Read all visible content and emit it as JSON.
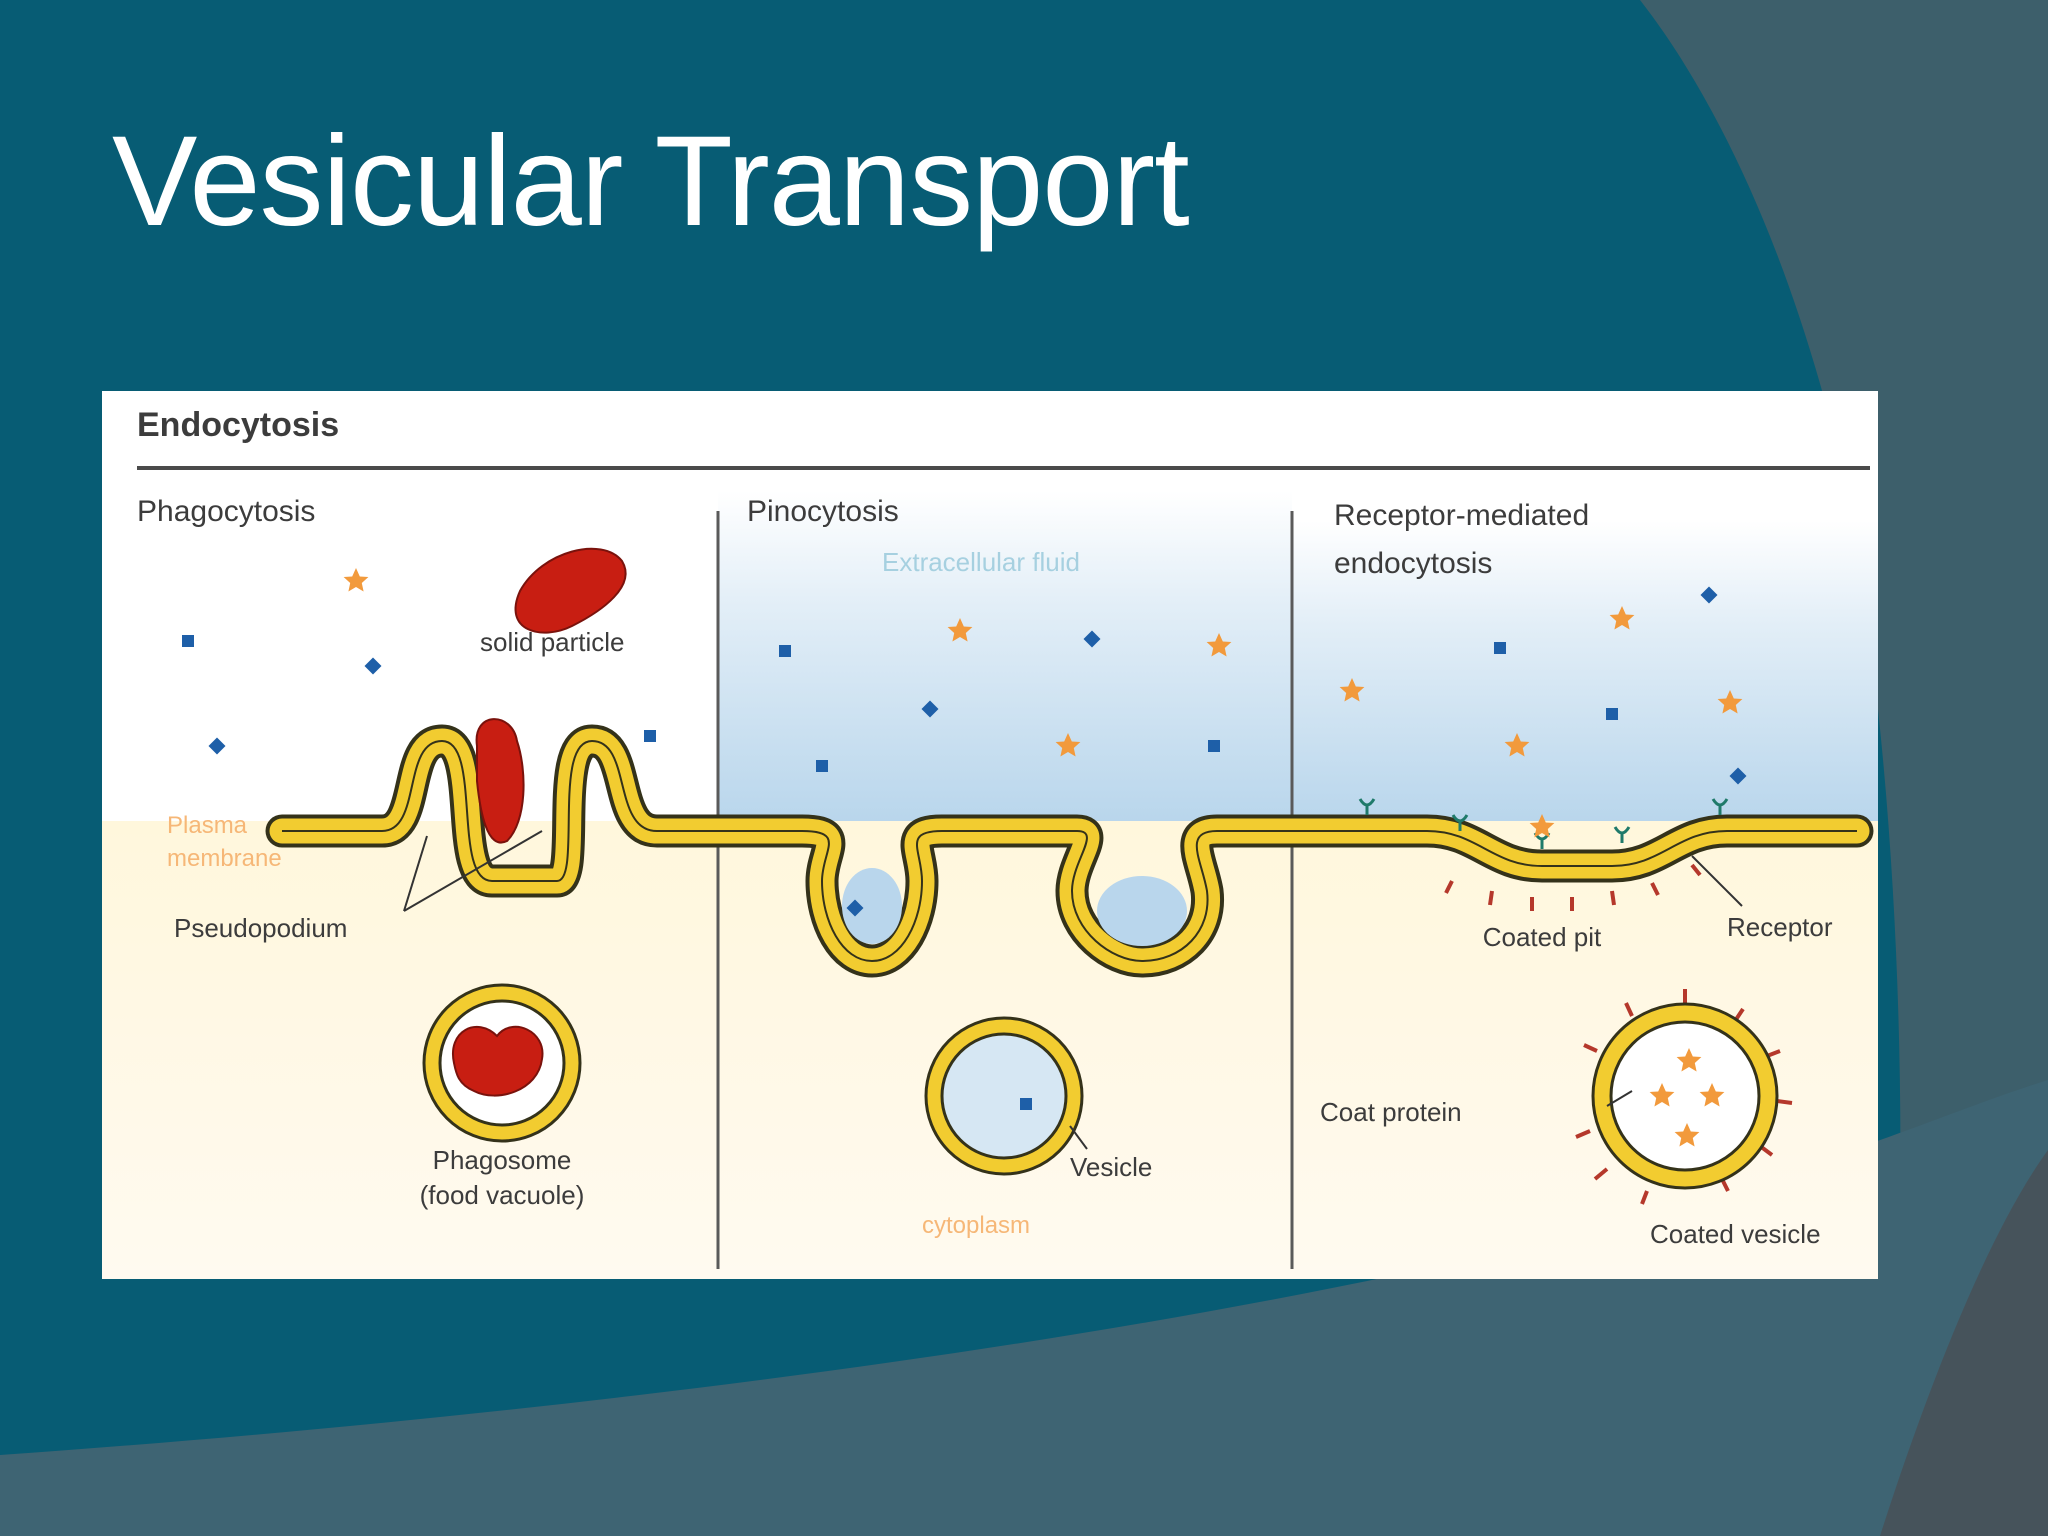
{
  "slide": {
    "title": "Vesicular Transport",
    "colors": {
      "background": "#075c74",
      "title": "#ffffff",
      "membrane": "#f2cc30",
      "membrane_outline": "#3a3a1a",
      "particle": "#c81e12",
      "star": "#f29a3c",
      "dot": "#1e5fa8"
    }
  },
  "figure": {
    "heading": "Endocytosis",
    "panels": {
      "phagocytosis": {
        "title": "Phagocytosis",
        "solid_particle": "solid particle",
        "plasma_membrane": "Plasma membrane",
        "pseudopodium": "Pseudopodium",
        "phagosome": [
          "Phagosome",
          "(food vacuole)"
        ]
      },
      "pinocytosis": {
        "title": "Pinocytosis",
        "extracellular_fluid": "Extracellular fluid",
        "vesicle": "Vesicle",
        "cytoplasm": "cytoplasm"
      },
      "receptor_mediated": {
        "title": [
          "Receptor-mediated",
          "endocytosis"
        ],
        "coated_pit": "Coated pit",
        "receptor": "Receptor",
        "coat_protein": "Coat protein",
        "coated_vesicle": "Coated vesicle"
      }
    }
  }
}
